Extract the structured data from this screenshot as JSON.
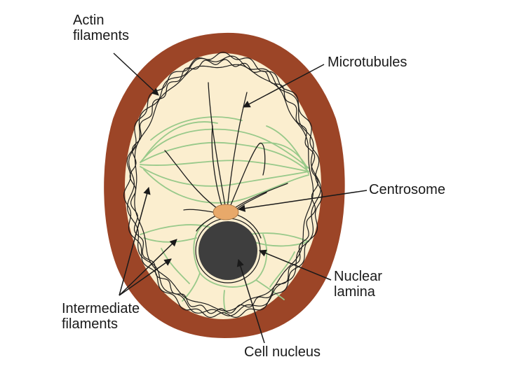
{
  "diagram": {
    "labels": {
      "actin": [
        "Actin",
        "filaments"
      ],
      "microtubules": [
        "Microtubules"
      ],
      "centrosome": [
        "Centrosome"
      ],
      "nuclear_lamina": [
        "Nuclear",
        "lamina"
      ],
      "intermediate": [
        "Intermediate",
        "filaments"
      ],
      "nucleus": [
        "Cell nucleus"
      ]
    },
    "colors": {
      "cell_wall": "#9c4527",
      "cytoplasm": "#fbeecf",
      "intermediate_filament": "#98c98a",
      "actin_microtubule": "#1c1c1c",
      "nucleus": "#3e3e3e",
      "centrosome": "#e8a96a"
    }
  }
}
